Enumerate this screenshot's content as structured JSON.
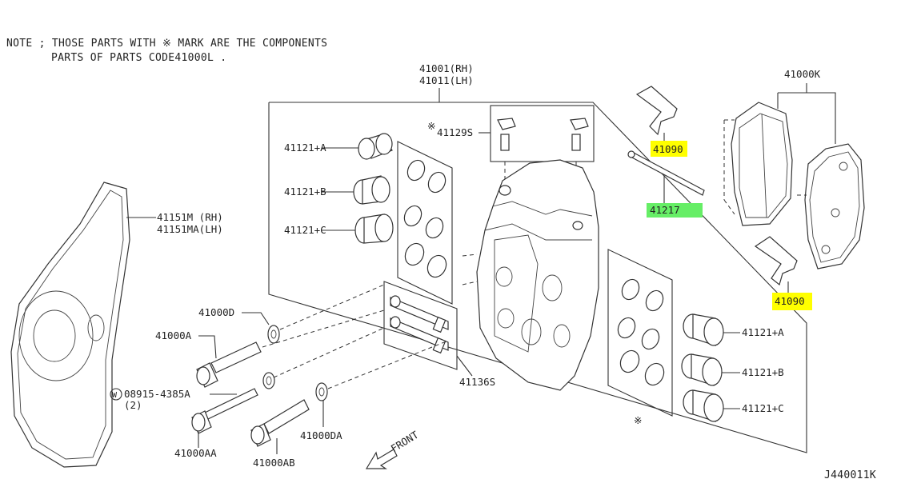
{
  "note": {
    "line1": "NOTE ; THOSE PARTS WITH ※ MARK ARE THE COMPONENTS",
    "line2": "PARTS OF PARTS CODE41000L ."
  },
  "diagram_code": "J440011K",
  "front_label": "FRONT",
  "highlight_color": "#ffff00",
  "highlight_color_green": "#66ee66",
  "labels": {
    "caliper_rh": "41001(RH)",
    "caliper_lh": "41011(LH)",
    "pad_kit": "41000K",
    "pad_spring_top": "41090",
    "pad_spring_bottom": "41090",
    "pad_pin": "41217",
    "seal_kit": "41129S",
    "piston_a_left": "41121+A",
    "piston_b_left": "41121+B",
    "piston_c_left": "41121+C",
    "piston_a_right": "41121+A",
    "piston_b_right": "41121+B",
    "piston_c_right": "41121+C",
    "baffle_rh": "41151M  (RH)",
    "baffle_lh": "41151MA(LH)",
    "bolt_washer": "41000D",
    "bolt_a": "41000A",
    "washer_part": "08915-4385A",
    "washer_qty": "(2)",
    "washer_symbol": "W",
    "bolt_aa": "41000AA",
    "bolt_ab": "41000AB",
    "washer_da": "41000DA",
    "bleeder_kit": "41136S",
    "mark_symbol": "※"
  }
}
